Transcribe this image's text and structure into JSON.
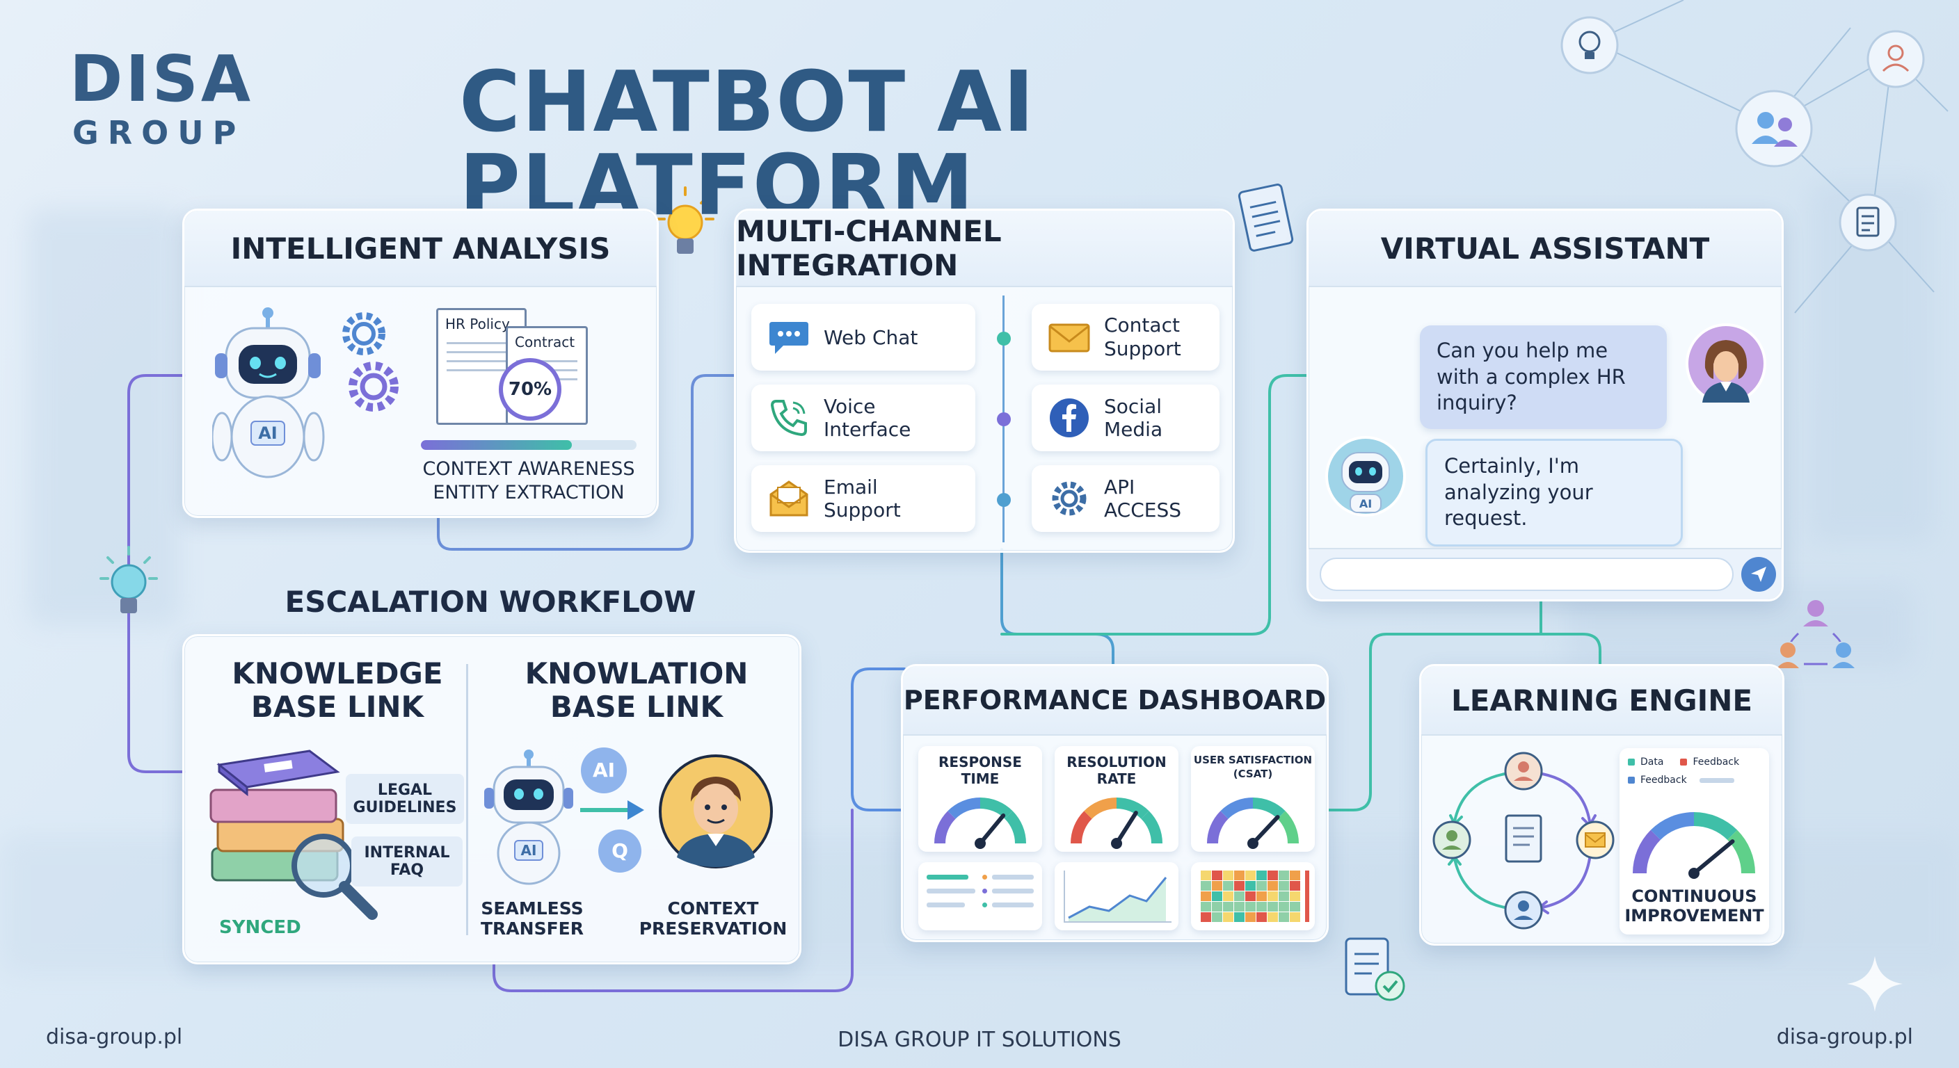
{
  "brand": {
    "name": "DISA",
    "sub": "GROUP"
  },
  "title": "CHATBOT AI PLATFORM",
  "intelligent_analysis": {
    "title": "INTELLIGENT ANALYSIS",
    "robot_badge": "AI",
    "doc_hr": "HR Policy",
    "doc_contract": "Contract",
    "percent_label": "70%",
    "progress": 0.7,
    "caption_1": "CONTEXT AWARENESS",
    "caption_2": "ENTITY EXTRACTION"
  },
  "multichannel": {
    "title": "MULTI-CHANNEL INTEGRATION",
    "left": [
      {
        "label": "Web Chat",
        "icon": "chat-bubble-icon"
      },
      {
        "label": "Voice Interface",
        "icon": "phone-icon"
      },
      {
        "label": "Email Support",
        "icon": "envelope-open-icon"
      }
    ],
    "right": [
      {
        "label": "Contact Support",
        "icon": "envelope-icon"
      },
      {
        "label": "Social Media",
        "icon": "facebook-icon"
      },
      {
        "label": "API ACCESS",
        "icon": "gear-icon"
      }
    ]
  },
  "virtual_assistant": {
    "title": "VIRTUAL ASSISTANT",
    "user_message": "Can you help me with a complex HR inquiry?",
    "bot_message": "Certainly, I'm analyzing your request.",
    "input_placeholder": "",
    "bot_badge": "AI"
  },
  "escalation": {
    "section_title": "ESCALATION WORKFLOW",
    "left_title_1": "KNOWLEDGE",
    "left_title_2": "BASE LINK",
    "right_title_1": "KNOWLATION",
    "right_title_2": "BASE LINK",
    "tag_legal_1": "LEGAL",
    "tag_legal_2": "GUIDELINES",
    "tag_faq_1": "INTERNAL",
    "tag_faq_2": "FAQ",
    "synced": "SYNCED",
    "ai_bubble": "AI",
    "q_bubble": "Q",
    "robot_badge": "AI",
    "seamless_1": "SEAMLESS",
    "seamless_2": "TRANSFER",
    "context_1": "CONTEXT",
    "context_2": "PRESERVATION"
  },
  "dashboard": {
    "title": "PERFORMANCE DASHBOARD",
    "gauges": [
      {
        "label_1": "RESPONSE",
        "label_2": "TIME",
        "level": 0.72
      },
      {
        "label_1": "RESOLUTION",
        "label_2": "RATE",
        "level": 0.68
      },
      {
        "label_1": "USER SATISFACTION",
        "label_2": "(CSAT)",
        "level": 0.74
      }
    ]
  },
  "learning": {
    "title": "LEARNING ENGINE",
    "legend_data": "Data",
    "legend_feedback": "Feedback",
    "legend_feedback_2": "Feedback",
    "caption_1": "CONTINUOUS",
    "caption_2": "IMPROVEMENT",
    "level": 0.78
  },
  "footer": {
    "left": "disa-group.pl",
    "center": "DISA GROUP IT SOLUTIONS",
    "right": "disa-group.pl"
  },
  "colors": {
    "accent_purple": "#7b6fd8",
    "accent_teal": "#3fbfa8",
    "title_blue": "#2f5a84"
  }
}
